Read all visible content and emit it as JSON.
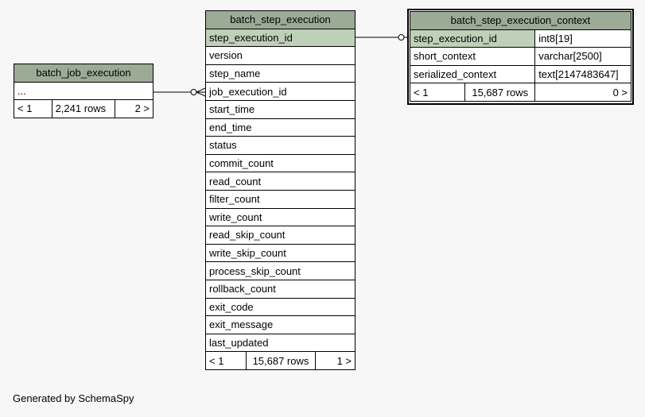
{
  "batch_job_execution": {
    "name": "batch_job_execution",
    "ellipsis": "...",
    "nav": {
      "prev": "< 1",
      "rows": "2,241 rows",
      "next": "2 >"
    }
  },
  "batch_step_execution": {
    "name": "batch_step_execution",
    "pk": "step_execution_id",
    "columns": [
      "version",
      "step_name",
      "job_execution_id",
      "start_time",
      "end_time",
      "status",
      "commit_count",
      "read_count",
      "filter_count",
      "write_count",
      "read_skip_count",
      "write_skip_count",
      "process_skip_count",
      "rollback_count",
      "exit_code",
      "exit_message",
      "last_updated"
    ],
    "nav": {
      "prev": "< 1",
      "rows": "15,687 rows",
      "next": "1 >"
    }
  },
  "batch_step_execution_context": {
    "name": "batch_step_execution_context",
    "rows": [
      {
        "column": "step_execution_id",
        "type": "int8[19]"
      },
      {
        "column": "short_context",
        "type": "varchar[2500]"
      },
      {
        "column": "serialized_context",
        "type": "text[2147483647]"
      }
    ],
    "nav": {
      "prev": "< 1",
      "rows": "15,687 rows",
      "next": "0 >"
    }
  },
  "footer": "Generated by SchemaSpy"
}
